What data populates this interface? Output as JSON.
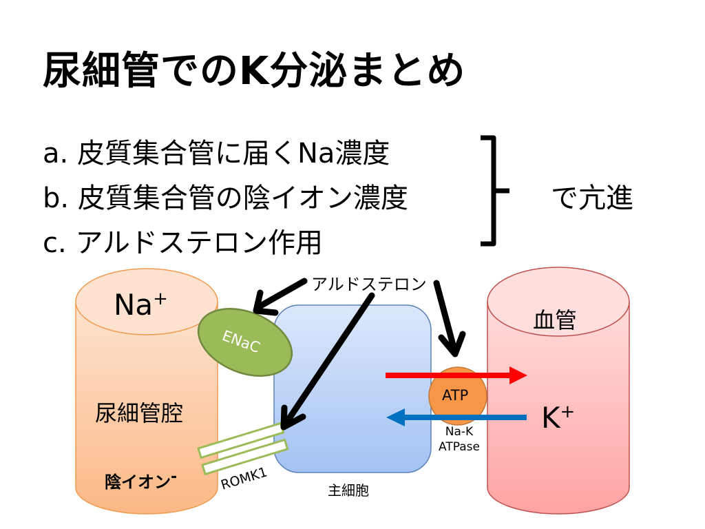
{
  "title": "尿細管でのK分泌まとめ",
  "factors": [
    {
      "marker": "a.",
      "text": "皮質集合管に届くNa濃度"
    },
    {
      "marker": "b.",
      "text": "皮質集合管の陰イオン濃度"
    },
    {
      "marker": "c.",
      "text": "アルドステロン作用"
    }
  ],
  "conclusion": "で亢進",
  "diagram": {
    "lumen": {
      "ion_top": "Na",
      "ion_top_charge": "+",
      "label": "尿細管腔",
      "anion": "陰イオン",
      "anion_charge": "-"
    },
    "enac": {
      "label": "ENaC"
    },
    "romk": {
      "label": "ROMK1"
    },
    "aldosterone": {
      "label": "アルドステロン"
    },
    "principal_cell": {
      "label": "主細胞"
    },
    "pump": {
      "label": "ATP",
      "name_line1": "Na-K",
      "name_line2": "ATPase"
    },
    "blood_vessel": {
      "label": "血管",
      "ion": "K",
      "ion_charge": "+"
    },
    "colors": {
      "lumen_fill": "#fbbd8f",
      "lumen_stroke": "#f09a50",
      "enac_fill": "#9bbb59",
      "enac_stroke": "#71893f",
      "cell_fill": "#a9c8f5",
      "cell_stroke": "#5a82b8",
      "pump_fill": "#f79646",
      "vessel_fill": "#ffa8a8",
      "vessel_stroke": "#c0504d",
      "arrow_na": "#ff0000",
      "arrow_k": "#0070c0"
    }
  }
}
